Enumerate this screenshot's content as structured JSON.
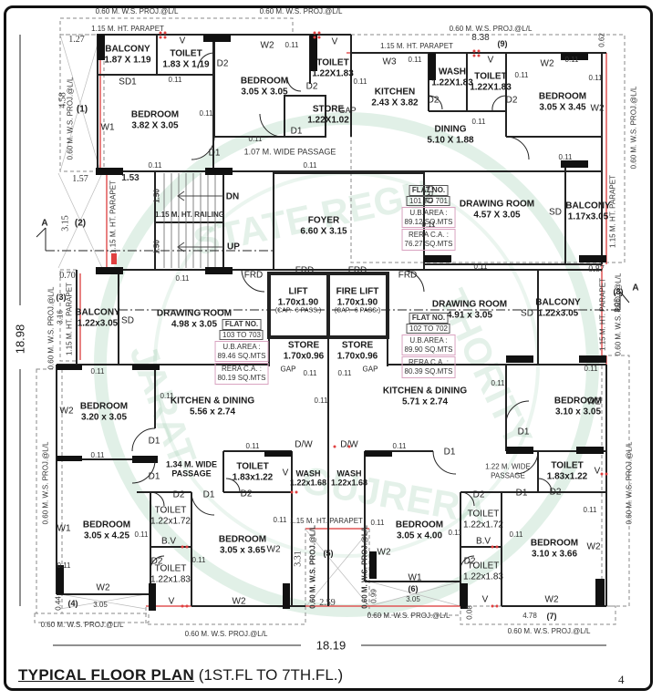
{
  "title": {
    "main": "TYPICAL FLOOR PLAN",
    "sub": "(1ST.FL TO 7TH.FL.)"
  },
  "page_number": "4",
  "overall_dimensions": {
    "width": "18.19",
    "height": "18.98"
  },
  "watermark": "GUJARAT REAL ESTATE REGULATORY AUTHORITY - GUJARAT RERA",
  "section_marker": "A",
  "projection_note": "0.60 M. W.S. PROJ.@L/L",
  "parapet_note": "1.15 M. HT. PARAPET",
  "railing_note": "1.15 M. HT. RAILING",
  "stairs": {
    "down": "DN",
    "up": "UP",
    "flight1": "1.50",
    "flight2": "1.50",
    "width": "1.53"
  },
  "wall_thickness": "0.11",
  "flats": [
    {
      "id": "101 TO 701",
      "flat_no_label": "FLAT NO.",
      "ub_area_label": "U.B.AREA :",
      "ub_area": "89.12 SQ.MTS",
      "rera_label": "RERA C.A. :",
      "rera_ca": "76.27 SQ.MTS"
    },
    {
      "id": "102 TO 702",
      "flat_no_label": "FLAT NO.",
      "ub_area_label": "U.B.AREA :",
      "ub_area": "89.90 SQ.MTS",
      "rera_label": "RERA C.A. :",
      "rera_ca": "80.39 SQ.MTS"
    },
    {
      "id": "103 TO 703",
      "flat_no_label": "FLAT NO.",
      "ub_area_label": "U.B.AREA :",
      "ub_area": "89.46 SQ.MTS",
      "rera_label": "RERA C.A. :",
      "rera_ca": "80.19 SQ.MTS"
    }
  ],
  "rooms": {
    "balcony_tl": {
      "name": "BALCONY",
      "size": "1.87 X 1.19"
    },
    "toilet_tl": {
      "name": "TOILET",
      "size": "1.83 X 1.19"
    },
    "bedroom_tl": {
      "name": "BEDROOM",
      "size": "3.82 X 3.05"
    },
    "bedroom_tc": {
      "name": "BEDROOM",
      "size": "3.05 X 3.05"
    },
    "toilet_tc": {
      "name": "TOILET",
      "size": "1.22X1.83"
    },
    "store_tc": {
      "name": "STORE",
      "size": "1.22X1.02"
    },
    "kitchen_tr": {
      "name": "KITCHEN",
      "size": "2.43 X 3.82"
    },
    "wash_tr": {
      "name": "WASH",
      "size": "1.22X1.83"
    },
    "toilet_tr": {
      "name": "TOILET",
      "size": "1.22X1.83"
    },
    "bedroom_tr": {
      "name": "BEDROOM",
      "size": "3.05 X 3.45"
    },
    "dining_tr": {
      "name": "DINING",
      "size": "5.10 X 1.88"
    },
    "passage_top": {
      "name": "1.07 M. WIDE PASSAGE"
    },
    "drawing_101": {
      "name": "DRAWING ROOM",
      "size": "4.57 X 3.05"
    },
    "balcony_r1": {
      "name": "BALCONY",
      "size": "1.17x3.05"
    },
    "foyer": {
      "name": "FOYER",
      "size": "6.60 X 3.15"
    },
    "lift": {
      "name": "LIFT",
      "size": "1.70x1.90",
      "cap": "(CAP.- 6 PASS.)"
    },
    "fire_lift": {
      "name": "FIRE LIFT",
      "size": "1.70x1.90",
      "cap": "(CAP.- 6 PASS.)"
    },
    "store_l": {
      "name": "STORE",
      "size": "1.70x0.96"
    },
    "store_r": {
      "name": "STORE",
      "size": "1.70x0.96"
    },
    "balcony_l": {
      "name": "BALCONY",
      "size": "1.22x3.05"
    },
    "drawing_103": {
      "name": "DRAWING ROOM",
      "size": "4.98 x 3.05"
    },
    "drawing_102": {
      "name": "DRAWING ROOM",
      "size": "4.91 x 3.05"
    },
    "balcony_r2": {
      "name": "BALCONY",
      "size": "1.22x3.05"
    },
    "bedroom_ml": {
      "name": "BEDROOM",
      "size": "3.20 x 3.05"
    },
    "kitchen_dining_l": {
      "name": "KITCHEN & DINING",
      "size": "5.56 x 2.74"
    },
    "kitchen_dining_r": {
      "name": "KITCHEN & DINING",
      "size": "5.71 x 2.74"
    },
    "bedroom_mr": {
      "name": "BEDROOM",
      "size": "3.10 x 3.05"
    },
    "passage_l": {
      "name": "1.34 M. WIDE PASSAGE"
    },
    "toilet_ml": {
      "name": "TOILET",
      "size": "1.83x1.22"
    },
    "wash_l": {
      "name": "WASH",
      "size": "1.22x1.68"
    },
    "wash_r": {
      "name": "WASH",
      "size": "1.22x1.68"
    },
    "passage_r": {
      "name": "1.22 M. WIDE PASSAGE"
    },
    "toilet_mr": {
      "name": "TOILET",
      "size": "1.83x1.22"
    },
    "toilet_bl1": {
      "name": "TOILET",
      "size": "1.22x1.72"
    },
    "toilet_bl2": {
      "name": "TOILET",
      "size": "1.22x1.83"
    },
    "bedroom_bl": {
      "name": "BEDROOM",
      "size": "3.05 x 4.25"
    },
    "bedroom_bc": {
      "name": "BEDROOM",
      "size": "3.05 x 3.65"
    },
    "bedroom_bcr": {
      "name": "BEDROOM",
      "size": "3.05 x 4.00"
    },
    "toilet_br1": {
      "name": "TOILET",
      "size": "1.22x1.72"
    },
    "toilet_br2": {
      "name": "TOILET",
      "size": "1.22x1.83"
    },
    "bedroom_br": {
      "name": "BEDROOM",
      "size": "3.10 x 3.66"
    }
  },
  "cutouts": [
    {
      "num": "(1)",
      "w": "1.27",
      "h": "4.58"
    },
    {
      "num": "(2)",
      "w": "1.57",
      "h": "3.15"
    },
    {
      "num": "(3)",
      "w": "0.70",
      "h": "3.16"
    },
    {
      "num": "(4)",
      "w": "3.05",
      "h": "0.44"
    },
    {
      "num": "(5)",
      "w": "2.59",
      "h": "3.31"
    },
    {
      "num": "(6)",
      "w": "3.05",
      "h": "0.99"
    },
    {
      "num": "(7)",
      "w": "4.78",
      "h": "0.08"
    },
    {
      "num": "(8)",
      "w": "0.87",
      "h": "3.05"
    },
    {
      "num": "(9)",
      "w": "8.38",
      "h": "0.62"
    }
  ],
  "tags": {
    "d1": "D1",
    "d2": "D2",
    "w1": "W1",
    "w2": "W2",
    "w3": "W3",
    "sd": "SD",
    "sd1": "SD1",
    "frd": "FRD",
    "dw": "D/W",
    "v": "V",
    "bv": "B.V",
    "gap": "GAP"
  }
}
